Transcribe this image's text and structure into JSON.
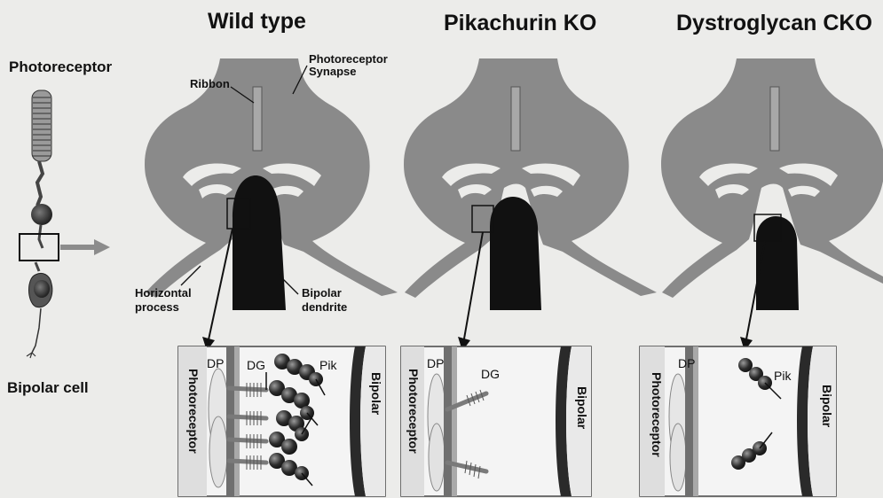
{
  "panels": {
    "wild_type": {
      "title": "Wild type",
      "labels": {
        "ribbon": "Ribbon",
        "synapse_1": "Photoreceptor",
        "synapse_2": "Synapse",
        "horizontal_1": "Horizontal",
        "horizontal_2": "process",
        "bipolar_1": "Bipolar",
        "bipolar_2": "dendrite"
      },
      "inset": {
        "dp": "DP",
        "dg": "DG",
        "pik": "Pik",
        "left": "Photoreceptor",
        "right": "Bipolar"
      }
    },
    "pikachurin_ko": {
      "title": "Pikachurin KO",
      "inset": {
        "dp": "DP",
        "dg": "DG",
        "left": "Photoreceptor",
        "right": "Bipolar"
      }
    },
    "dystroglycan_cko": {
      "title": "Dystroglycan CKO",
      "inset": {
        "dp": "DP",
        "pik": "Pik",
        "left": "Photoreceptor",
        "right": "Bipolar"
      }
    }
  },
  "side": {
    "top": "Photoreceptor",
    "bottom": "Bipolar cell"
  },
  "colors": {
    "terminal": "#8a8a8a",
    "dendrite": "#111111",
    "background": "#ececea",
    "inset_membrane": "#6f6f6f",
    "molecule": "#2a2a2a"
  }
}
